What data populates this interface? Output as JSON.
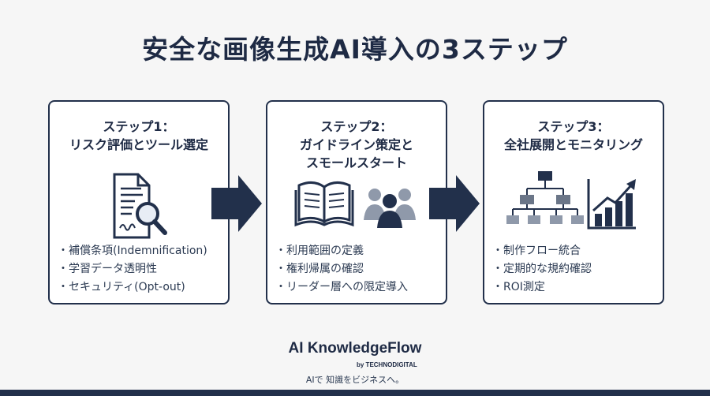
{
  "title": "安全な画像生成AI導入の3ステップ",
  "steps": [
    {
      "heading_line1": "ステップ1：",
      "heading_line2": "リスク評価とツール選定",
      "items": [
        "補償条項(Indemnification)",
        "学習データ透明性",
        "セキュリティ(Opt-out)"
      ]
    },
    {
      "heading_line1": "ステップ2：",
      "heading_line2": "ガイドライン策定と",
      "heading_line3": "スモールスタート",
      "items": [
        "利用範囲の定義",
        "権利帰属の確認",
        "リーダー層への限定導入"
      ]
    },
    {
      "heading_line1": "ステップ3：",
      "heading_line2": "全社展開とモニタリング",
      "items": [
        "制作フロー統合",
        "定期的な規約確認",
        "ROI測定"
      ]
    }
  ],
  "footer": {
    "brand": "AI KnowledgeFlow",
    "brand_sub": "by TECHNODIGITAL",
    "tagline": "AIで 知識をビジネスへ。"
  },
  "colors": {
    "navy": "#22304b",
    "background": "#f6f6f6"
  },
  "icons": [
    "document-search-icon",
    "open-book-icon",
    "team-icon",
    "org-chart-icon",
    "growth-chart-icon",
    "right-arrow-icon"
  ]
}
